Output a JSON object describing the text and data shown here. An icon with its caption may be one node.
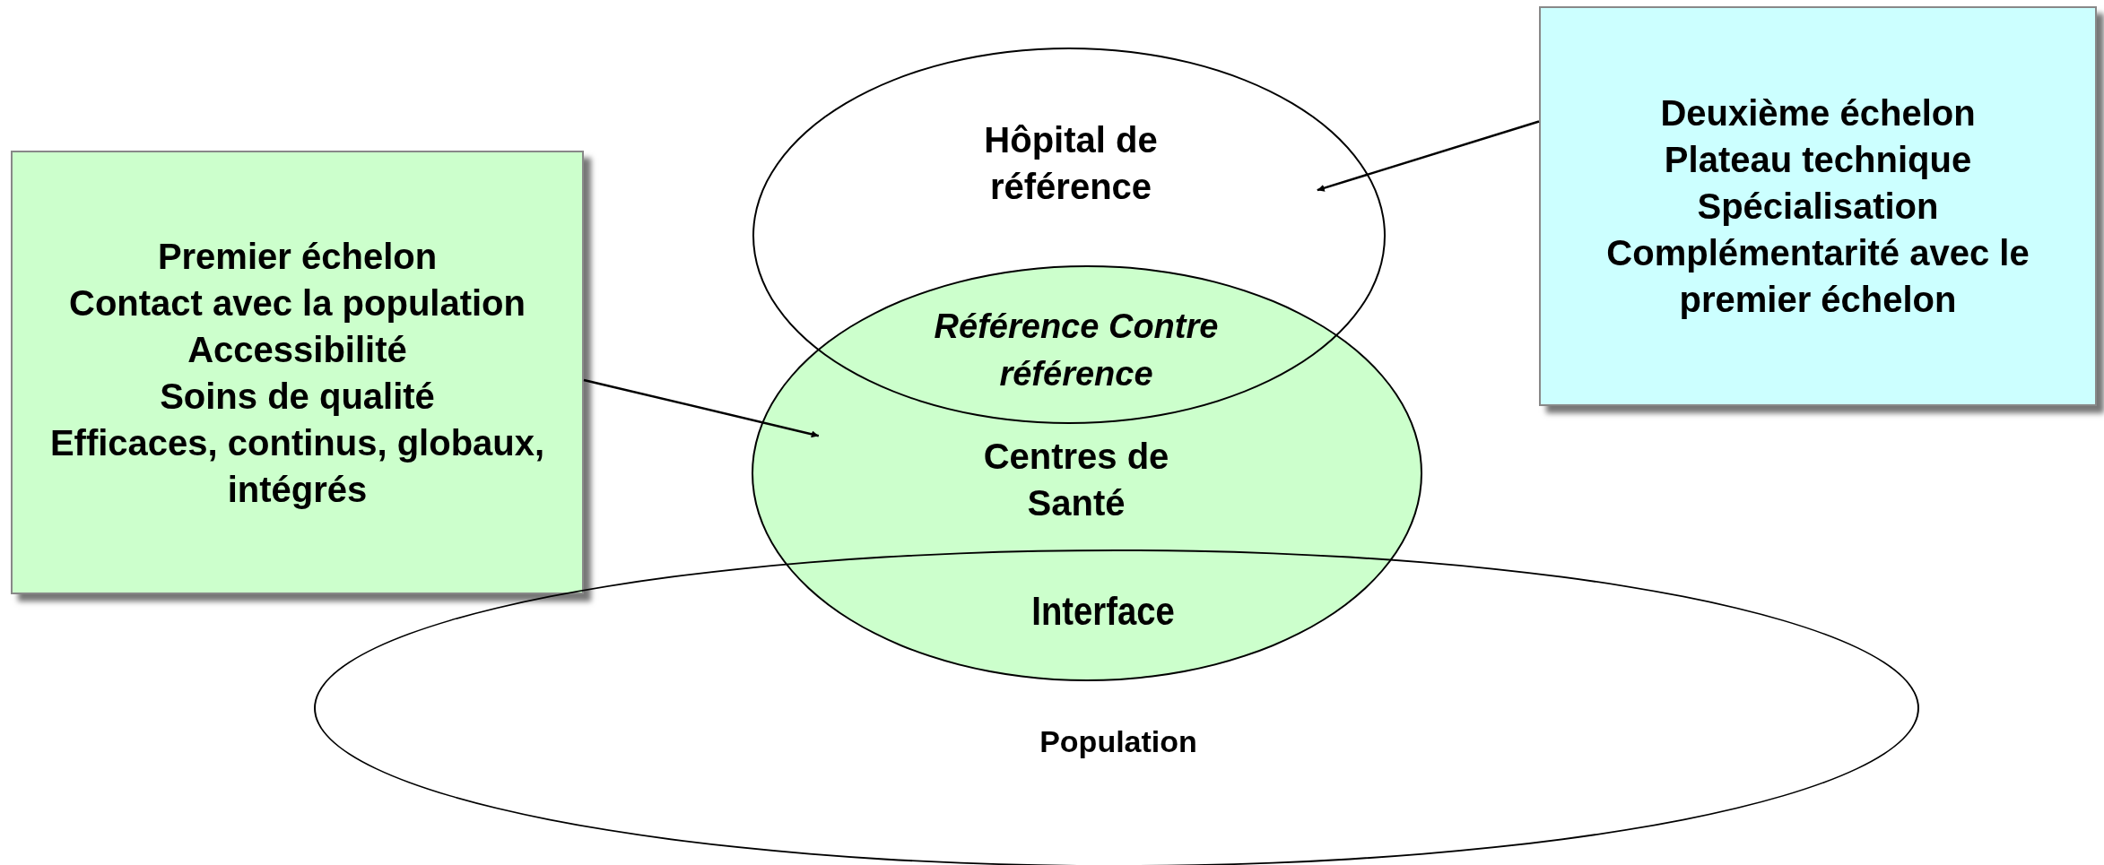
{
  "diagram": {
    "nodes": [
      {
        "text": [
          "Premier échelon",
          "Contact avec la population",
          "Accessibilité",
          "Soins de qualité",
          "Efficaces, continus, globaux, intégrés"
        ]
      },
      {
        "text": [
          "Deuxième échelon",
          "Plateau technique",
          "Spécialisation",
          "Complémentarité avec le premier échelon"
        ]
      },
      {
        "text": [
          "Hôpital de référence"
        ]
      },
      {
        "text": [
          "Centres de Santé"
        ]
      },
      {
        "text": [
          "Population"
        ]
      }
    ],
    "edges": [
      {
        "from": 0,
        "to": 3,
        "arrow": "to"
      },
      {
        "from": 1,
        "to": 2,
        "arrow": "to"
      }
    ],
    "labels": [
      "Référence Contre référence",
      "Interface"
    ]
  }
}
